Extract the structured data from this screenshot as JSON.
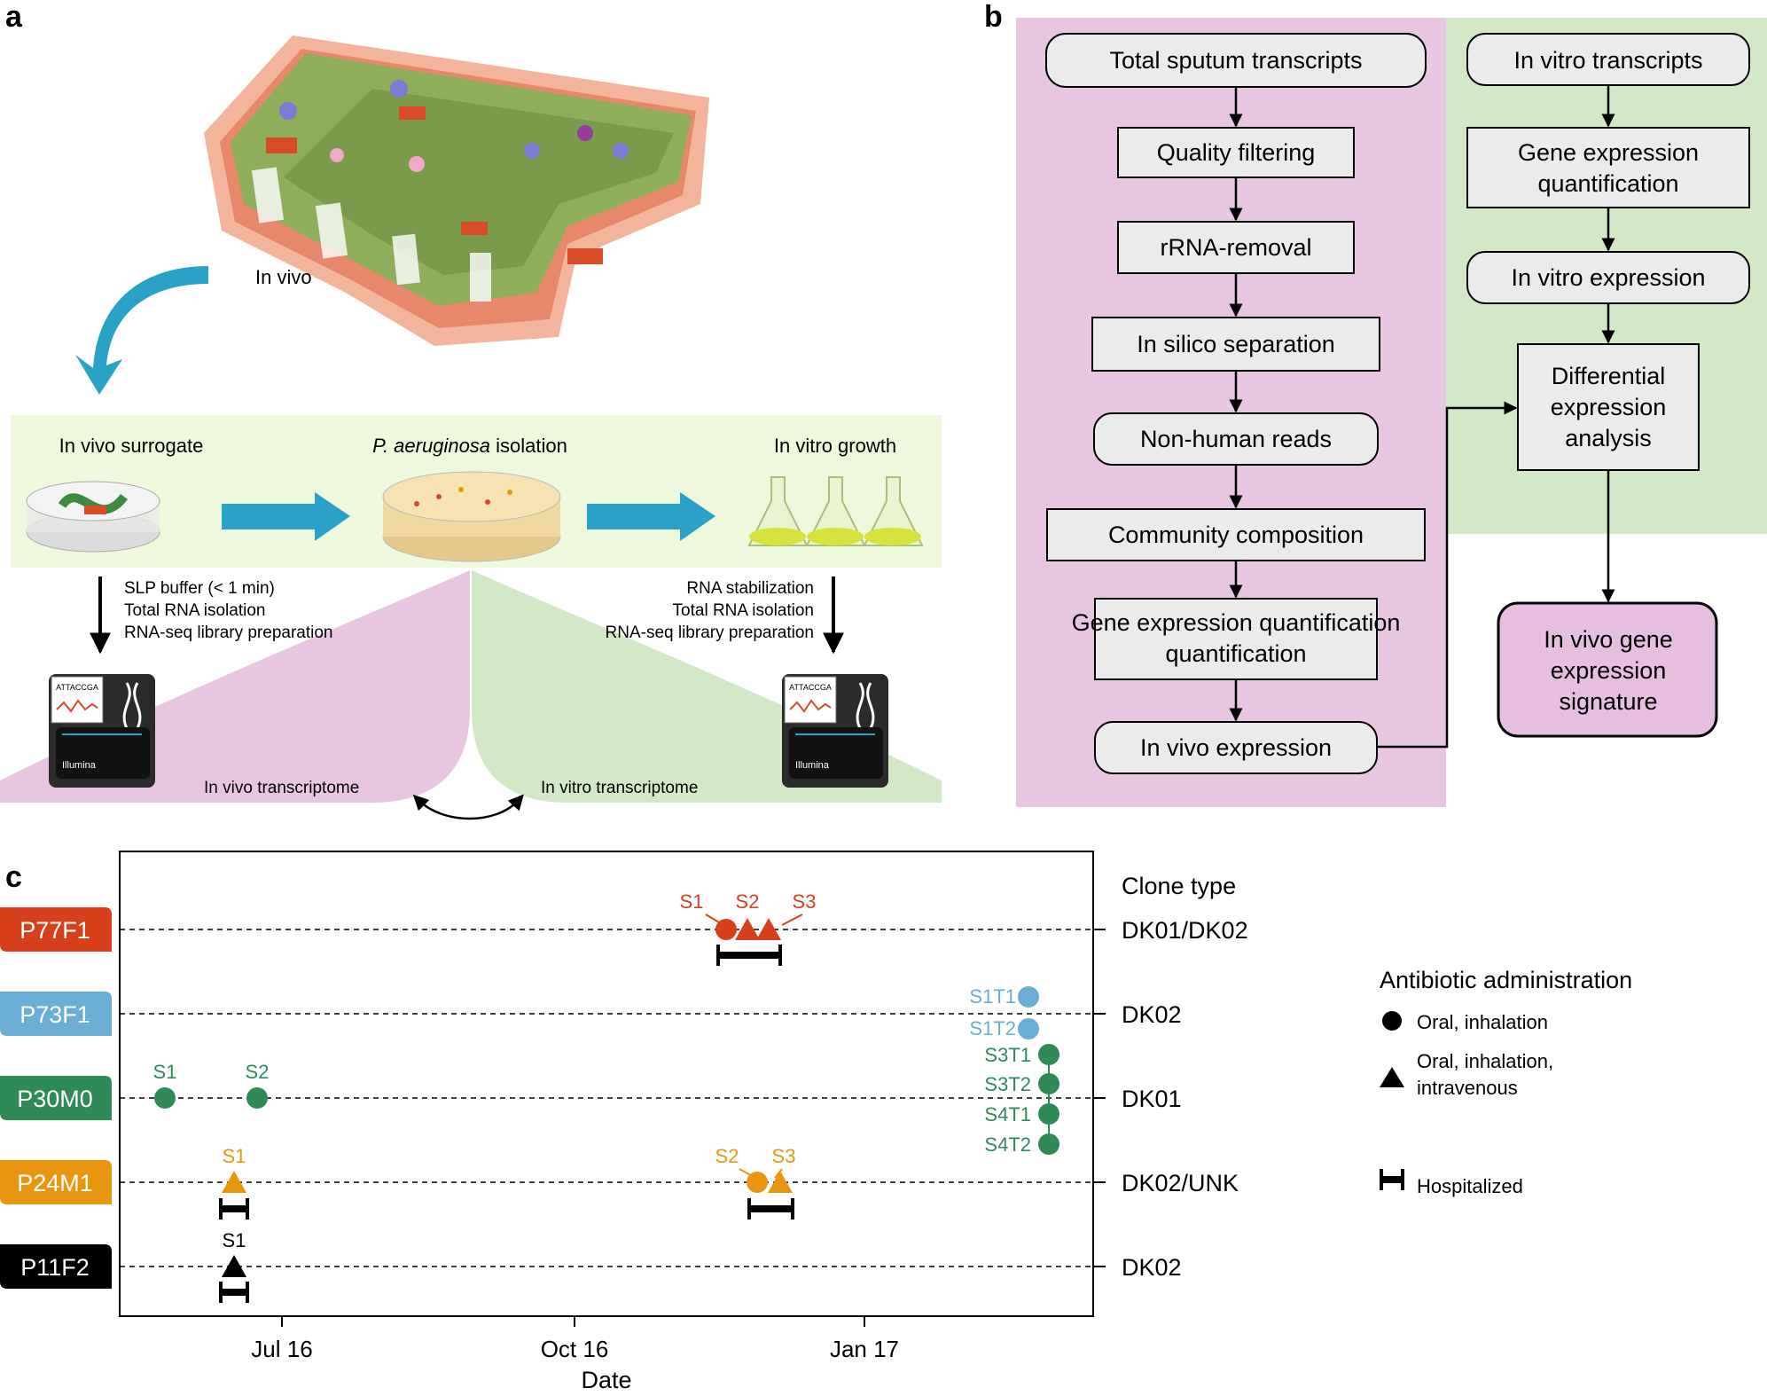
{
  "panel_a": {
    "letter": "a",
    "in_vivo": "In vivo",
    "stages": {
      "left": "In vivo surrogate",
      "middle_italic": "P. aeruginosa",
      "middle_rest": " isolation",
      "right": "In vitro growth"
    },
    "left_steps": [
      "SLP buffer (< 1 min)",
      "Total RNA isolation",
      "RNA-seq library preparation"
    ],
    "right_steps": [
      "RNA stabilization",
      "Total RNA isolation",
      "RNA-seq library preparation"
    ],
    "sequencer_screen_text": "ATTACCGA",
    "sequencer_brand": "Illumina",
    "in_vivo_transcriptome": "In vivo transcriptome",
    "in_vitro_transcriptome": "In vitro transcriptome"
  },
  "panel_b": {
    "letter": "b",
    "left_flow": [
      "Total sputum transcripts",
      "Quality filtering",
      "rRNA-removal",
      "In silico separation",
      "Non-human reads",
      "Community composition",
      "Gene expression quantification",
      "In vivo expression"
    ],
    "right_flow": [
      "In vitro transcripts",
      "Gene expression quantification",
      "In vitro expression",
      "Differential expression analysis"
    ],
    "signature": "In vivo gene expression signature"
  },
  "panel_c": {
    "letter": "c",
    "clone_type_title": "Clone type",
    "x_label": "Date",
    "x_ticks": [
      "Jul 16",
      "Oct 16",
      "Jan 17"
    ],
    "legend": {
      "title": "Antibiotic administration",
      "circle_label": "Oral, inhalation",
      "triangle_label_1": "Oral, inhalation,",
      "triangle_label_2": "intravenous",
      "hospitalized_label": "Hospitalized"
    },
    "patients": [
      {
        "id": "P77F1",
        "color": "#d7401a",
        "clone": "DK01/DK02"
      },
      {
        "id": "P73F1",
        "color": "#6aaed6",
        "clone": "DK02"
      },
      {
        "id": "P30M0",
        "color": "#2e8b57",
        "clone": "DK01"
      },
      {
        "id": "P24M1",
        "color": "#e8960f",
        "clone": "DK02/UNK"
      },
      {
        "id": "P11F2",
        "color": "#000000",
        "clone": "DK02"
      }
    ],
    "sample_labels": {
      "p77": [
        "S1",
        "S2",
        "S3"
      ],
      "p73": [
        "S1T1",
        "S1T2"
      ],
      "p30": [
        "S1",
        "S2",
        "S3T1",
        "S3T2",
        "S4T1",
        "S4T2"
      ],
      "p24": [
        "S1",
        "S2",
        "S3"
      ],
      "p11": [
        "S1"
      ]
    }
  },
  "colors": {
    "pink_panel": "#e8c6e1",
    "green_panel": "#d3e8c6",
    "light_green_band": "#eef8dc",
    "box_fill": "#ebebeb",
    "signature_fill": "#e6bfe0",
    "arrow_blue": "#2aa1c7"
  }
}
